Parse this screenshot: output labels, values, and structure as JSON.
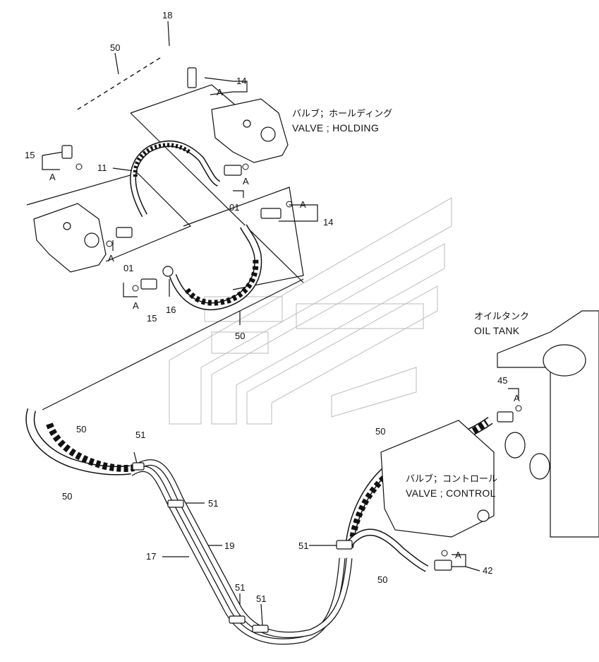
{
  "labels": {
    "n18": "18",
    "n50_top": "50",
    "n14_top": "14",
    "a_14_top": "A",
    "n15_left": "15",
    "a_15_left": "A",
    "n11": "11",
    "n01_right": "01",
    "a_01_right": "A",
    "n14_mid": "14",
    "a_14_mid": "A",
    "n01_left": "01",
    "a_01_left": "A",
    "n15_bottom": "15",
    "a_15_bottom": "A",
    "n16": "16",
    "n50_mid": "50",
    "n45": "45",
    "a_45": "A",
    "n50_left_a": "50",
    "n50_left_b": "50",
    "n51_top": "51",
    "n51_right": "51",
    "n17": "17",
    "n19": "19",
    "n51_low_a": "51",
    "n51_low_b": "51",
    "n51_mid_right": "51",
    "n50_right": "50",
    "n50_right_low": "50",
    "n42": "42",
    "a_42": "A"
  },
  "captions": {
    "valve_holding_jp": "バルブ；ホールディング",
    "valve_holding_en": "VALVE ; HOLDING",
    "oil_tank_jp": "オイルタンク",
    "oil_tank_en": "OIL  TANK",
    "valve_control_jp": "バルブ；コントロール",
    "valve_control_en": "VALVE ; CONTROL"
  }
}
